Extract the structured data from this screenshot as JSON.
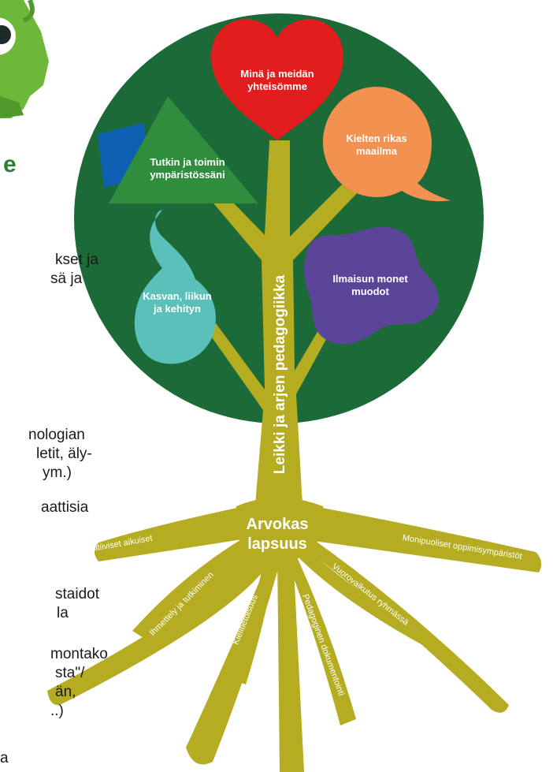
{
  "background_text": {
    "heading_fragment": "e",
    "lines": [
      "kset ja",
      "sä ja",
      "nologian",
      "letit, äly-",
      "ym.)",
      "aattisia",
      "staidot",
      "la",
      "montako",
      "sta\"/",
      "än,",
      "..)",
      "a"
    ]
  },
  "tree": {
    "trunk_label": "Leikki ja arjen pedagogiikka",
    "center_label_line1": "Arvokas",
    "center_label_line2": "lapsuus",
    "leaves": {
      "heart_line1": "Minä ja meidän",
      "heart_line2": "yhteisömme",
      "speech_line1": "Kielten rikas",
      "speech_line2": "maailma",
      "mountain_line1": "Tutkin ja toimin",
      "mountain_line2": "ympäristössäni",
      "blob_line1": "Ilmaisun monet",
      "blob_line2": "muodot",
      "drop_line1": "Kasvan, liikun",
      "drop_line2": "ja kehityn"
    },
    "roots": [
      "Aktiiviset ja sensitiiviset aikuiset",
      "Ihmettely ja tutkiminen",
      "Kielitietoisuus",
      "Pedagoginen dokumentointi",
      "Vuorovaikutus ryhmässä",
      "Monipuoliset oppimisympäristöt"
    ]
  },
  "colors": {
    "crown": "#1b6a38",
    "trunk": "#b5ac21",
    "heart": "#e11d1d",
    "speech": "#f29150",
    "mountain": "#2f8d3d",
    "blue_square": "#0d5fb1",
    "blob": "#5b4598",
    "drop": "#5bbfba",
    "mascot": "#6db83a"
  }
}
